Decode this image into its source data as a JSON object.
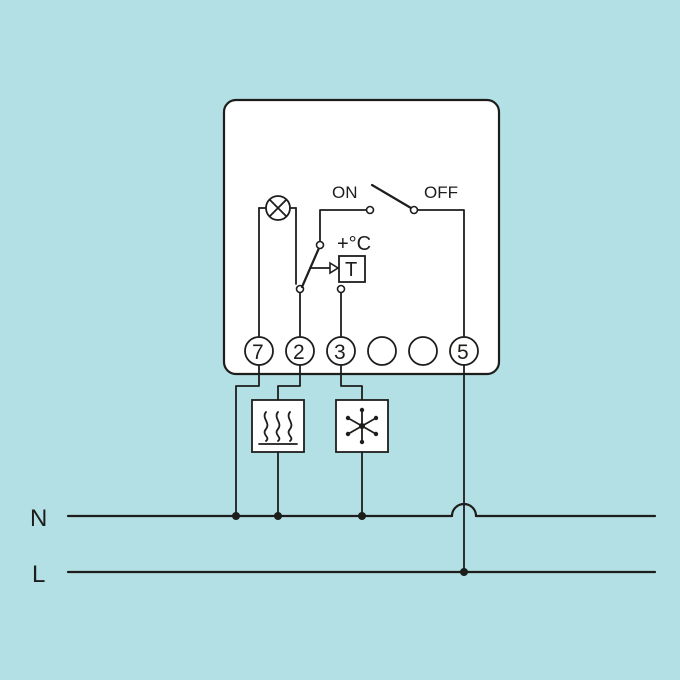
{
  "colors": {
    "background": "#b3e0e5",
    "line": "#1d1d1b",
    "device_fill": "#ffffff"
  },
  "switch": {
    "on_label": "ON",
    "off_label": "OFF"
  },
  "thermostat": {
    "temp_label": "+°C",
    "sensor_label": "T"
  },
  "terminals": [
    "7",
    "2",
    "3",
    "",
    "",
    "5"
  ],
  "rails": {
    "neutral_label": "N",
    "live_label": "L"
  },
  "icons": {
    "lamp": "indicator-lamp-icon",
    "heating": "heating-icon",
    "cooling": "cooling-snowflake-icon"
  }
}
